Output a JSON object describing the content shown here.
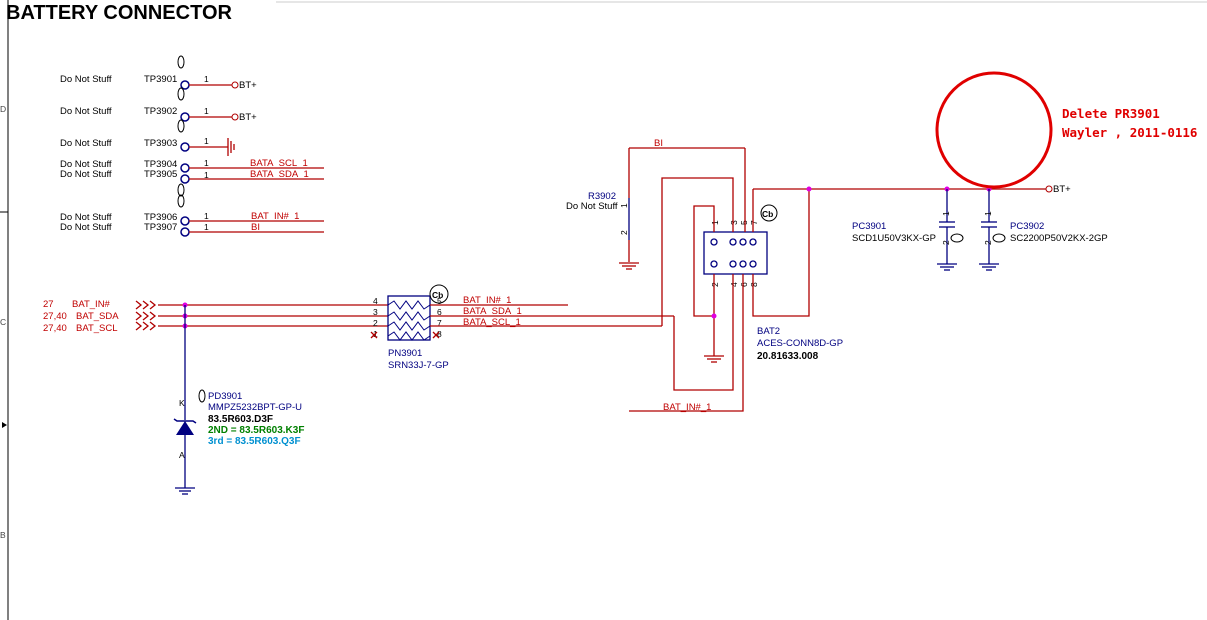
{
  "title": "BATTERY CONNECTOR",
  "margin_letters": [
    "D",
    "C",
    "B"
  ],
  "test_points": [
    {
      "stuff": "Do Not Stuff",
      "ref": "TP3901",
      "pin": "1",
      "net": "BT+"
    },
    {
      "stuff": "Do Not Stuff",
      "ref": "TP3902",
      "pin": "1",
      "net": "BT+"
    },
    {
      "stuff": "Do Not Stuff",
      "ref": "TP3903",
      "pin": "1",
      "net": ""
    },
    {
      "stuff": "Do Not Stuff",
      "ref": "TP3904",
      "pin": "1",
      "net": "BATA_SCL_1"
    },
    {
      "stuff": "Do Not Stuff",
      "ref": "TP3905",
      "pin": "1",
      "net": "BATA_SDA_1"
    },
    {
      "stuff": "Do Not Stuff",
      "ref": "TP3906",
      "pin": "1",
      "net": "BAT_IN#_1"
    },
    {
      "stuff": "Do Not Stuff",
      "ref": "TP3907",
      "pin": "1",
      "net": "BI"
    }
  ],
  "offpage": [
    {
      "sheets": "27",
      "net": "BAT_IN#"
    },
    {
      "sheets": "27,40",
      "net": "BAT_SDA"
    },
    {
      "sheets": "27,40",
      "net": "BAT_SCL"
    }
  ],
  "resistor_network": {
    "ref": "PN3901",
    "part": "SRN33J-7-GP",
    "pins_left": [
      "4",
      "3",
      "2",
      "1"
    ],
    "pins_right": [
      "5",
      "6",
      "7",
      "8"
    ],
    "nets": [
      "BAT_IN#_1",
      "BATA_SDA_1",
      "BATA_SCL_1"
    ]
  },
  "diode": {
    "ref": "PD3901",
    "part": "MMPZ5232BPT-GP-U",
    "k": "K",
    "a": "A",
    "pn1": "83.5R603.D3F",
    "pn2": "2ND = 83.5R603.K3F",
    "pn3": "3rd = 83.5R603.Q3F"
  },
  "resistor": {
    "ref": "R3902",
    "stuff": "Do Not Stuff",
    "pin1": "1",
    "pin2": "2"
  },
  "connector": {
    "ref": "BAT2",
    "part": "ACES-CONN8D-GP",
    "pn": "20.81633.008",
    "top_pins": [
      "1",
      "3",
      "5",
      "7"
    ],
    "bottom_pins": [
      "2",
      "4",
      "6",
      "8"
    ]
  },
  "nets": {
    "bi": "BI",
    "bat_in": "BAT_IN#_1",
    "bt_plus": "BT+"
  },
  "capacitors": [
    {
      "ref": "PC3901",
      "part": "SCD1U50V3KX-GP",
      "pin1": "1",
      "pin2": "2"
    },
    {
      "ref": "PC3902",
      "part": "SC2200P50V2KX-2GP",
      "pin1": "1",
      "pin2": "2"
    }
  ],
  "annotation": {
    "line1": "Delete PR3901",
    "line2": "Wayler , 2011-0116"
  },
  "colors": {
    "wire": "#b00000",
    "net_label": "#c00000",
    "part": "#000080",
    "junction": "#e000e0",
    "annotation": "#e00000",
    "pn2": "#008000",
    "pn3": "#0090d0"
  },
  "icons": [
    "ground-icon",
    "hazard-free-icon",
    "ccc-mark-icon",
    "offpage-connector-icon"
  ]
}
